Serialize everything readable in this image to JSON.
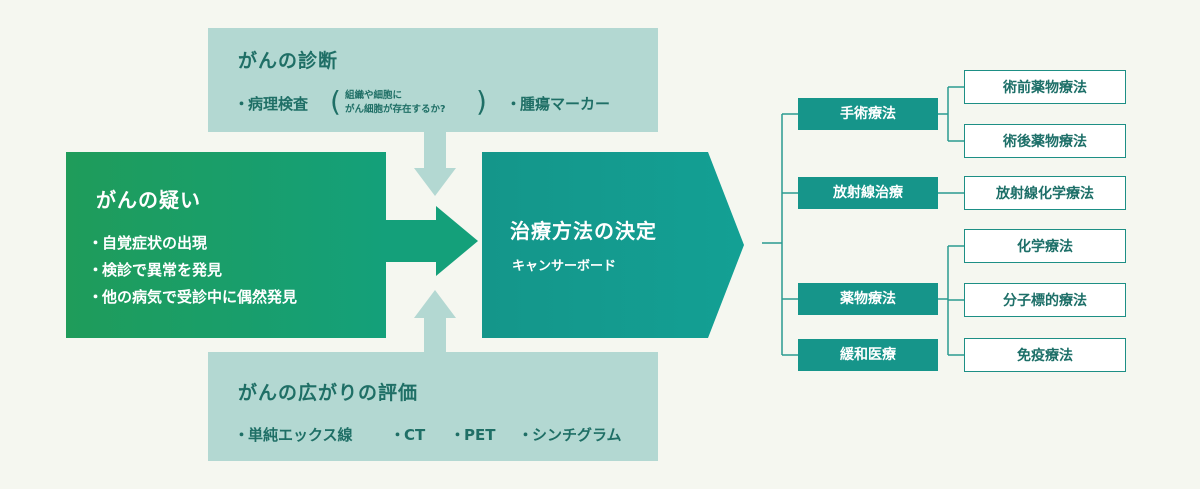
{
  "diagnosis": {
    "title": "がんの診断",
    "item1": "病理検査",
    "paren_line1": "組織や細胞に",
    "paren_line2": "がん細胞が存在するか?",
    "item2": "腫瘍マーカー"
  },
  "suspicion": {
    "title": "がんの疑い",
    "items": [
      "自覚症状の出現",
      "検診で異常を発見",
      "他の病気で受診中に偶然発見"
    ]
  },
  "decision": {
    "title": "治療方法の決定",
    "subtitle": "キャンサーボード"
  },
  "spread": {
    "title": "がんの広がりの評価",
    "items": [
      "単純エックス線",
      "CT",
      "PET",
      "シンチグラム"
    ]
  },
  "treatments": {
    "surgery": {
      "label": "手術療法",
      "subs": [
        "術前薬物療法",
        "術後薬物療法"
      ]
    },
    "radiation": {
      "label": "放射線治療",
      "subs": [
        "放射線化学療法"
      ]
    },
    "drug": {
      "label": "薬物療法",
      "subs": [
        "化学療法",
        "分子標的療法",
        "免疫療法"
      ]
    },
    "palliative": {
      "label": "緩和医療"
    }
  },
  "colors": {
    "panel": "#b3d8d2",
    "text_dark": "#1f6f66",
    "green": "#1e9d5d",
    "teal": "#16958a",
    "line": "#2a9a90"
  }
}
